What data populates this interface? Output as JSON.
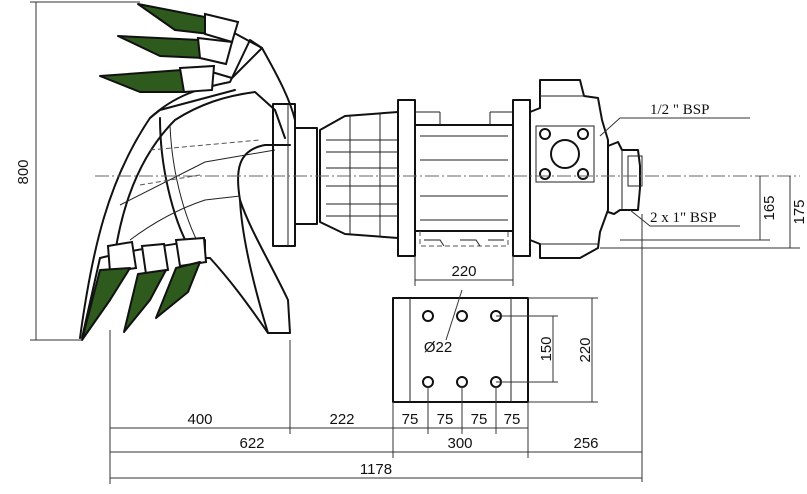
{
  "dimensions": {
    "height_total": "800",
    "shaft_175": "175",
    "shaft_165": "165",
    "drum_width": "220",
    "plate_hole_dia": "Ø22",
    "plate_hole_pitch_v": "150",
    "plate_height": "220",
    "bucket_to_plate": "400",
    "plate_to_base": "222",
    "base_pitch_1": "75",
    "base_pitch_2": "75",
    "base_pitch_3": "75",
    "base_pitch_4": "75",
    "length_622": "622",
    "base_width": "300",
    "motor_overhang": "256",
    "overall_length": "1178"
  },
  "callouts": {
    "port_upper": "1/2 \" BSP",
    "port_lower": "2 x 1\" BSP"
  },
  "colors": {
    "teeth": "#2e5a1e",
    "lines": "#111111"
  }
}
